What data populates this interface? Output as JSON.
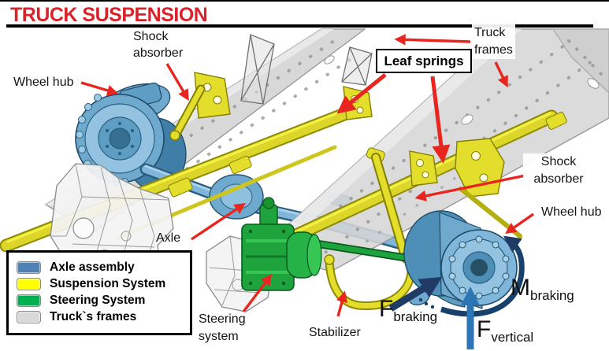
{
  "title": "TRUCK SUSPENSION",
  "annotations": {
    "wheel_hub_left": "Wheel hub",
    "shock_absorber_top": {
      "line1": "Shock",
      "line2": "absorber"
    },
    "leaf_springs": "Leaf springs",
    "truck_frames": {
      "line1": "Truck",
      "line2": "frames"
    },
    "shock_absorber_right": {
      "line1": "Shock",
      "line2": "absorber"
    },
    "wheel_hub_right": "Wheel hub",
    "axle": "Axle",
    "steering_system": {
      "line1": "Steering",
      "line2": "system"
    },
    "stabilizer": "Stabilizer"
  },
  "legend": {
    "items": [
      {
        "label": "Axle assembly",
        "color": "#4F81B4"
      },
      {
        "label": "Suspension System",
        "color": "#FFFF00"
      },
      {
        "label": "Steering System",
        "color": "#00B050"
      },
      {
        "label": "Truck`s frames",
        "color": "#D9D9D9"
      }
    ]
  },
  "forces": {
    "f_braking": {
      "symbol": "F",
      "subscript": "braking"
    },
    "m_braking": {
      "symbol": "M",
      "subscript": "braking"
    },
    "f_vertical": {
      "symbol": "F",
      "subscript": "vertical"
    }
  },
  "colors": {
    "title_red": "#D9232B",
    "annotation_arrow_red": "#E8251F",
    "axle_blue": "#6FAACE",
    "suspension_yellow": "#E3DD2B",
    "steering_green": "#1FA33C",
    "frame_gray": "#D6D6D6",
    "force_navy": "#1F3B66",
    "force_blue": "#2E75B6"
  }
}
